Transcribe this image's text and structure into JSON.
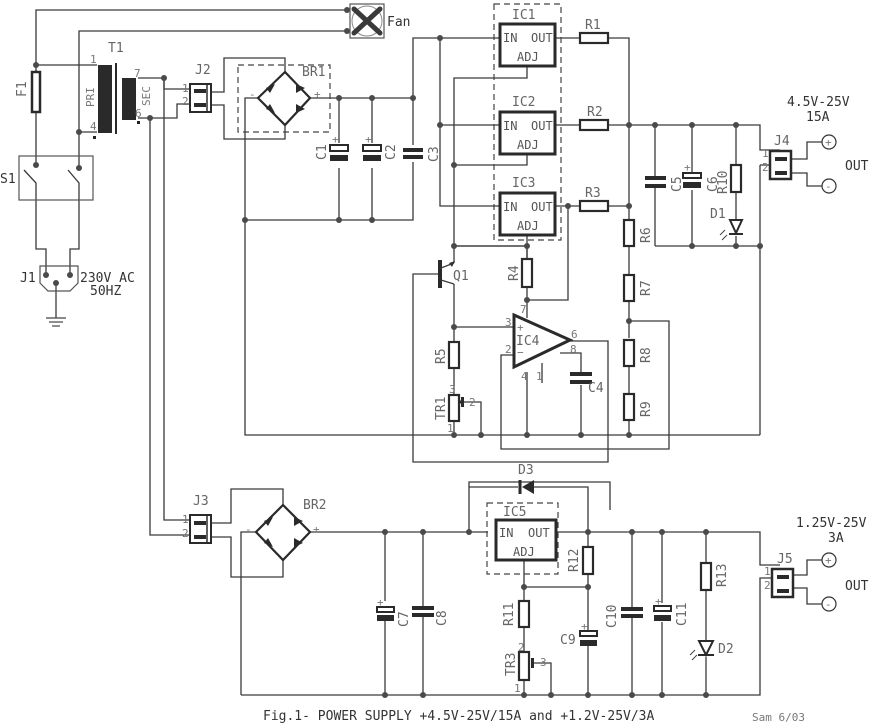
{
  "caption": "Fig.1- POWER SUPPLY +4.5V-25V/15A and +1.2V-25V/3A",
  "signature": "Sam 6/03",
  "input": {
    "connector": "J1",
    "voltage": "230V AC",
    "frequency": "50HZ"
  },
  "fuse": "F1",
  "switch": "S1",
  "fan": "Fan",
  "transformer": {
    "name": "T1",
    "primary": "PRI",
    "secondary": "SEC",
    "pins": [
      "1",
      "4",
      "7",
      "6"
    ]
  },
  "connectors": {
    "j2": "J2",
    "j3": "J3",
    "j4": "J4",
    "j5": "J5",
    "pin1": "1",
    "pin2": "2"
  },
  "bridges": {
    "br1": "BR1",
    "br2": "BR2",
    "minus": "-",
    "plus": "+"
  },
  "regulators": {
    "ic1": "IC1",
    "ic2": "IC2",
    "ic3": "IC3",
    "ic5": "IC5",
    "in": "IN",
    "out": "OUT",
    "adj": "ADJ"
  },
  "opamp": {
    "name": "IC4",
    "pins": [
      "7",
      "3",
      "2",
      "6",
      "8",
      "4",
      "1"
    ]
  },
  "transistor": "Q1",
  "resistors": [
    "R1",
    "R2",
    "R3",
    "R4",
    "R5",
    "R6",
    "R7",
    "R8",
    "R9",
    "R10",
    "R11",
    "R12",
    "R13"
  ],
  "capacitors": [
    "C1",
    "C2",
    "C3",
    "C4",
    "C5",
    "C6",
    "C7",
    "C8",
    "C9",
    "C10",
    "C11"
  ],
  "diodes": [
    "D1",
    "D2",
    "D3"
  ],
  "trimmers": {
    "tr1": "TR1",
    "tr3": "TR3",
    "pins": [
      "1",
      "2",
      "3"
    ]
  },
  "outputs": {
    "main": {
      "rating_v": "4.5V-25V",
      "rating_a": "15A",
      "label": "OUT"
    },
    "aux": {
      "rating_v": "1.25V-25V",
      "rating_a": "3A",
      "label": "OUT"
    },
    "plus_symbol": "+",
    "minus_symbol": "-"
  }
}
